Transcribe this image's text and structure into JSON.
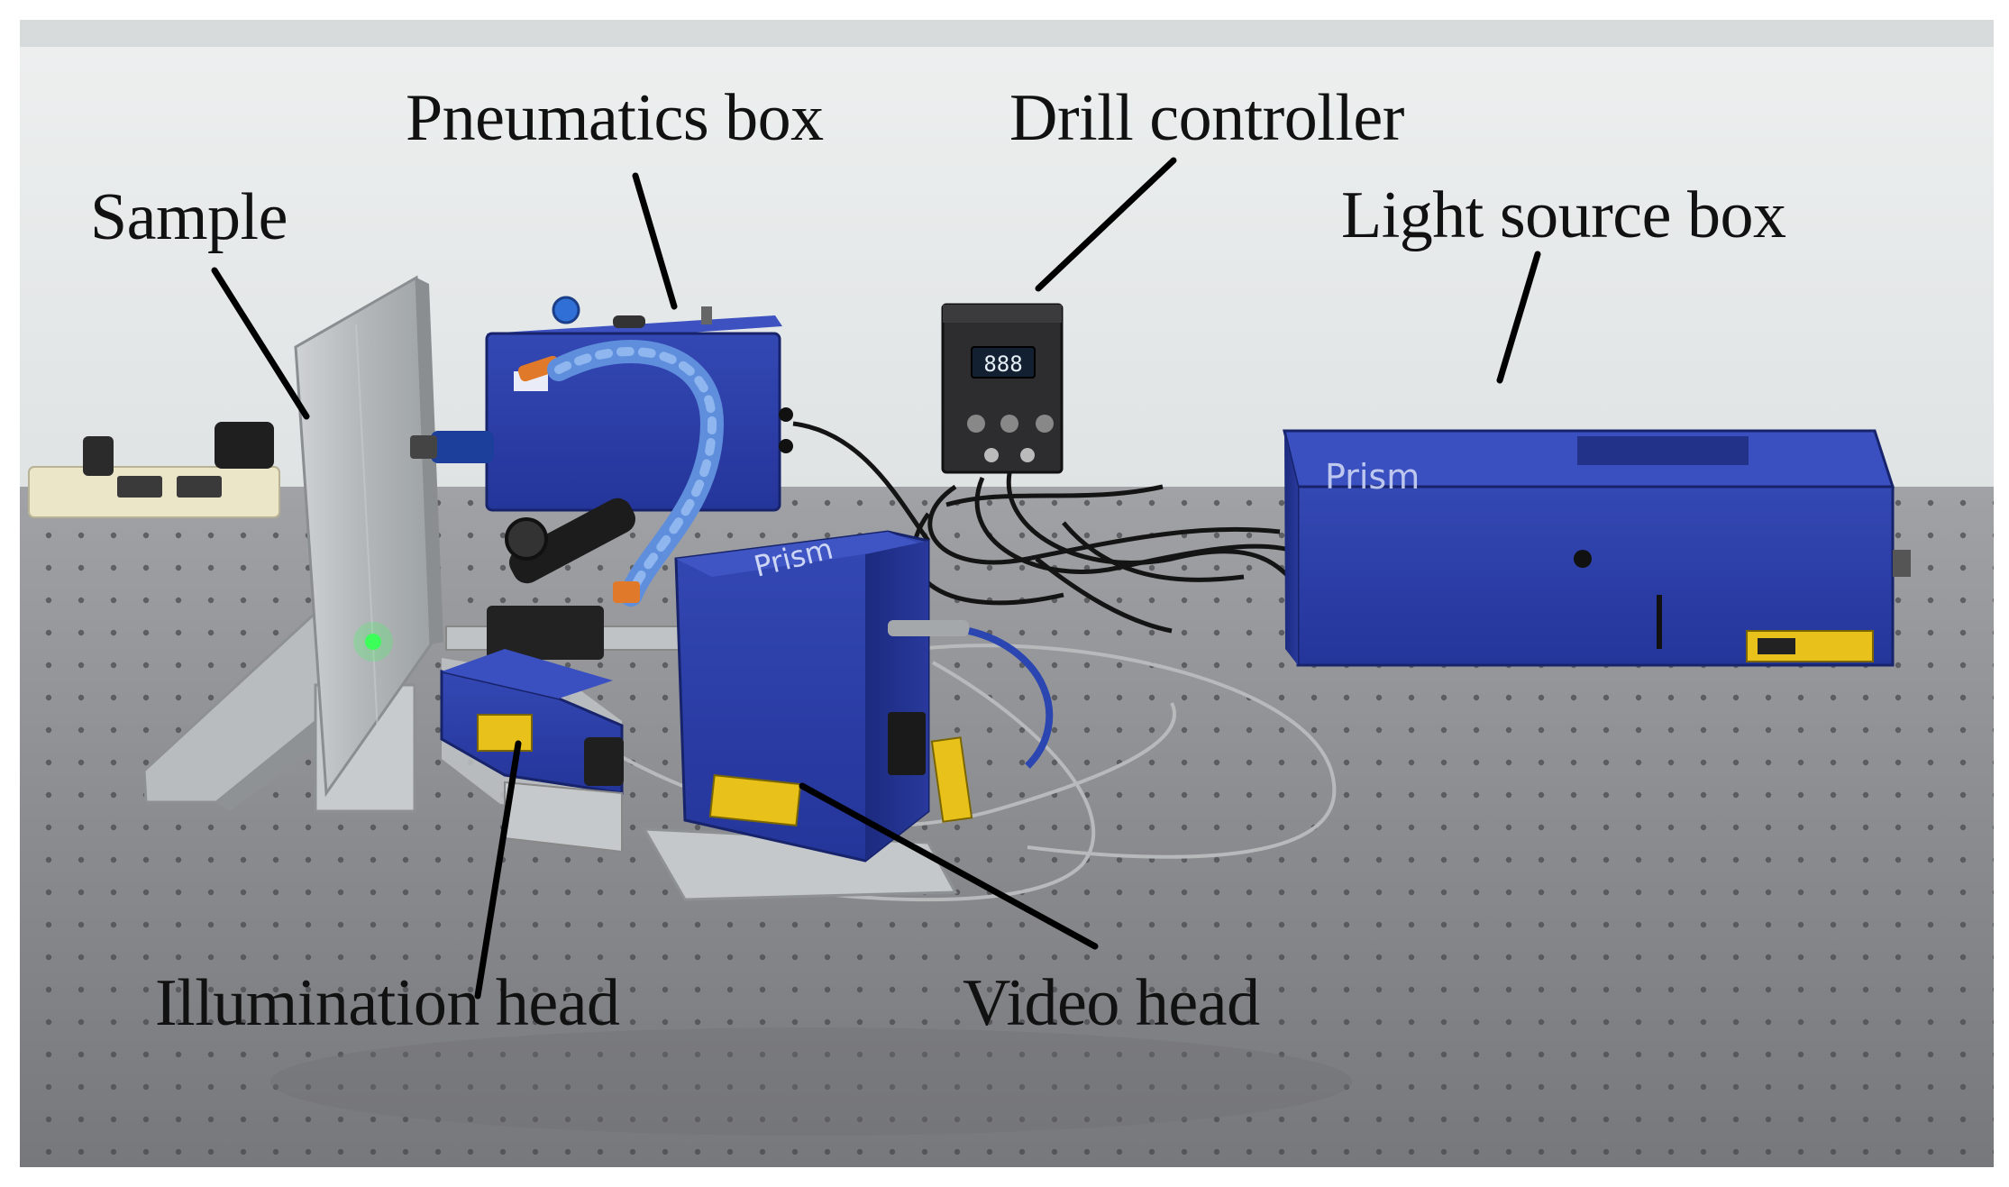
{
  "figure": {
    "labels": {
      "sample": "Sample",
      "pneumatics_box": "Pneumatics box",
      "drill_controller": "Drill controller",
      "light_source_box": "Light source box",
      "illumination_head": "Illumination head",
      "video_head": "Video head"
    },
    "device_brand": "Prism",
    "drill_display": "888"
  },
  "colors": {
    "device_blue": "#2b3fa6",
    "device_blue_dark": "#1f2f86",
    "table_gray": "#8d8e92",
    "wall": "#e9ecec",
    "laser_warning_yellow": "#e8c21a"
  }
}
